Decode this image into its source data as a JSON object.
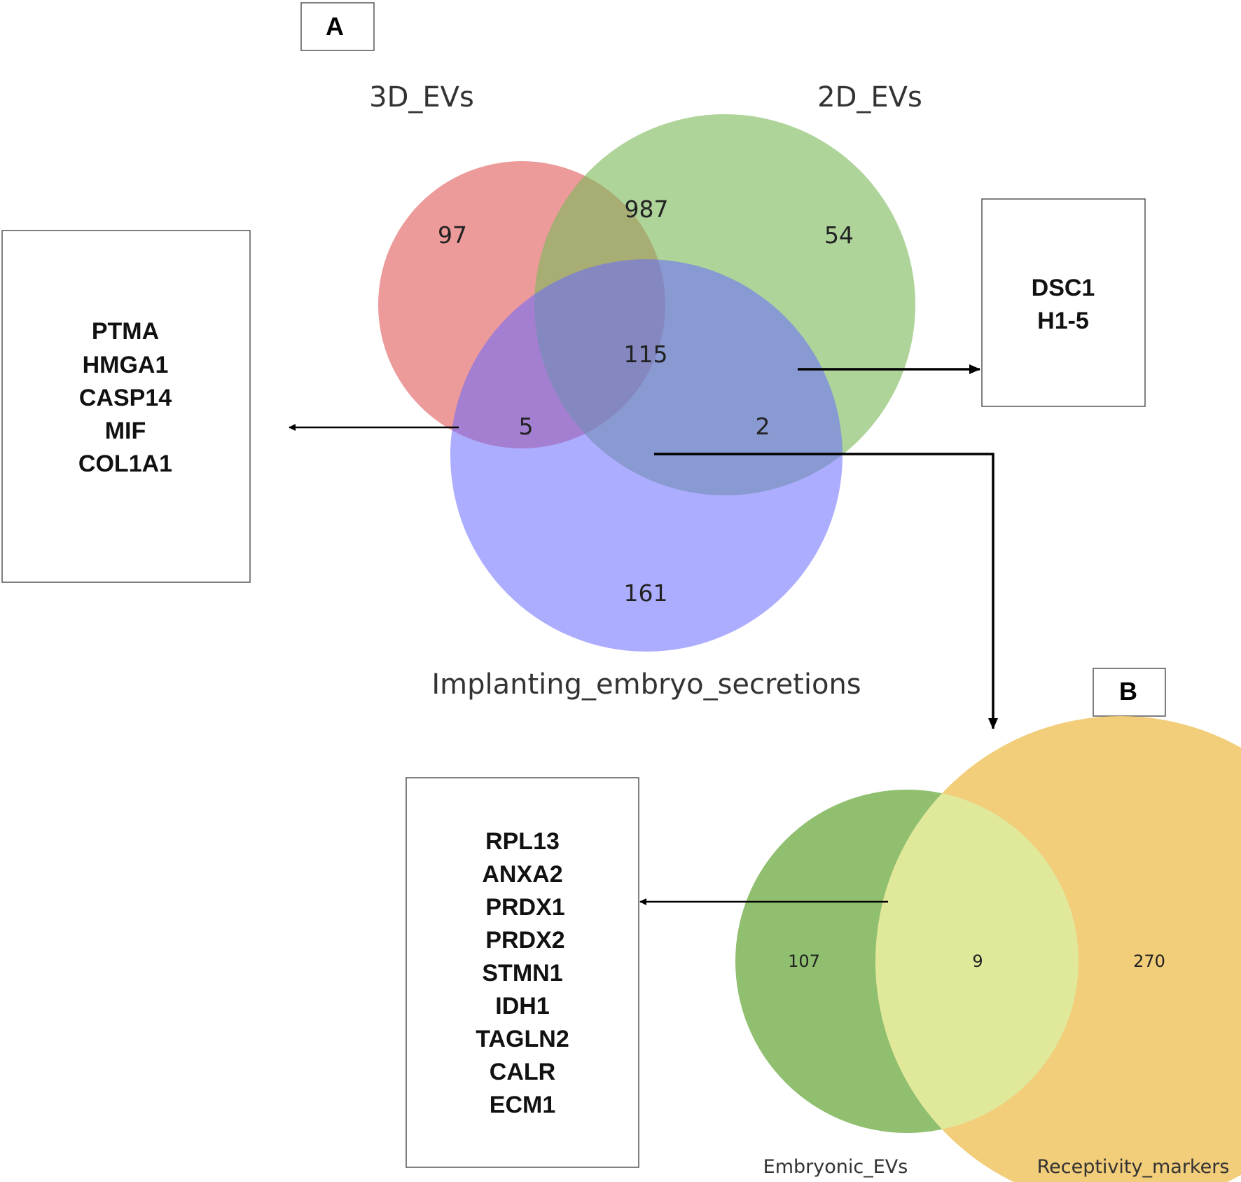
{
  "panels": {
    "a": {
      "letter": "A",
      "set_labels": [
        "3D_EVs",
        "2D_EVs",
        "Implanting_embryo_secretions"
      ],
      "counts": {
        "only_3d": "97",
        "3d_2d": "987",
        "only_2d": "54",
        "all_three": "115",
        "3d_implant": "5",
        "2d_implant": "2",
        "only_implant": "161"
      },
      "colors": {
        "3d": "#e57373",
        "2d": "#7cb95c",
        "implant": "#6a6aff"
      },
      "left_box_genes": [
        "PTMA",
        "HMGA1",
        "CASP14",
        "MIF",
        "COL1A1"
      ],
      "right_box_genes": [
        "DSC1",
        "H1-5"
      ]
    },
    "b": {
      "letter": "B",
      "set_labels": [
        "Embryonic_EVs",
        "Receptivity_markers"
      ],
      "counts": {
        "only_embryonic": "107",
        "overlap": "9",
        "only_receptivity": "270"
      },
      "colors": {
        "embryonic": "#8fbf6f",
        "receptivity": "#f2cd7a",
        "overlap": "#e0e89a"
      },
      "box_genes": [
        "RPL13",
        "ANXA2",
        "PRDX1",
        "PRDX2",
        "STMN1",
        "IDH1",
        "TAGLN2",
        "CALR",
        "ECM1"
      ]
    }
  }
}
